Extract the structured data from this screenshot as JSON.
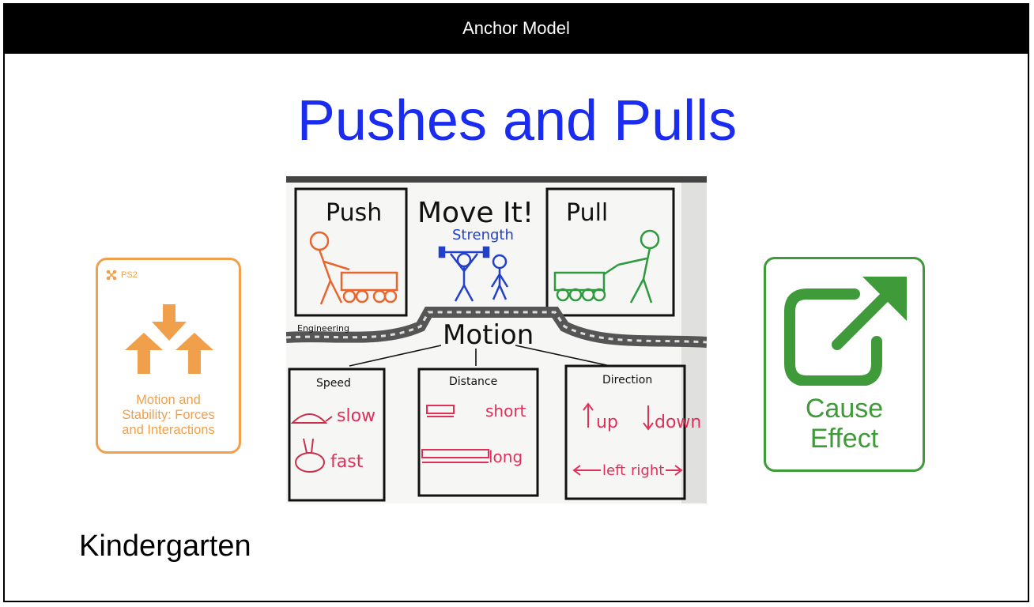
{
  "header": {
    "title": "Anchor Model"
  },
  "main": {
    "title": "Pushes and Pulls",
    "subtitle": "Kindergarten"
  },
  "dci_card": {
    "code": "PS2",
    "label_line1": "Motion and",
    "label_line2": "Stability: Forces",
    "label_line3": "and Interactions",
    "icon": "converging-arrows-icon"
  },
  "chart_photo": {
    "heading": "Move It!",
    "push": "Push",
    "pull": "Pull",
    "strength": "Strength",
    "engineering": "Engineering",
    "motion": "Motion",
    "speed": {
      "title": "Speed",
      "slow": "slow",
      "fast": "fast"
    },
    "distance": {
      "title": "Distance",
      "short": "short",
      "long": "long"
    },
    "direction": {
      "title": "Direction",
      "up": "up",
      "down": "down",
      "left": "left",
      "right": "right"
    }
  },
  "ccc_card": {
    "label_line1": "Cause",
    "label_line2": "Effect",
    "icon": "external-link-arrow-icon"
  },
  "colors": {
    "accent": "#1a2cf0",
    "orange": "#f0a04b",
    "green": "#3f9a3a",
    "marker_red": "#e0305a",
    "marker_blue": "#2340c8"
  }
}
